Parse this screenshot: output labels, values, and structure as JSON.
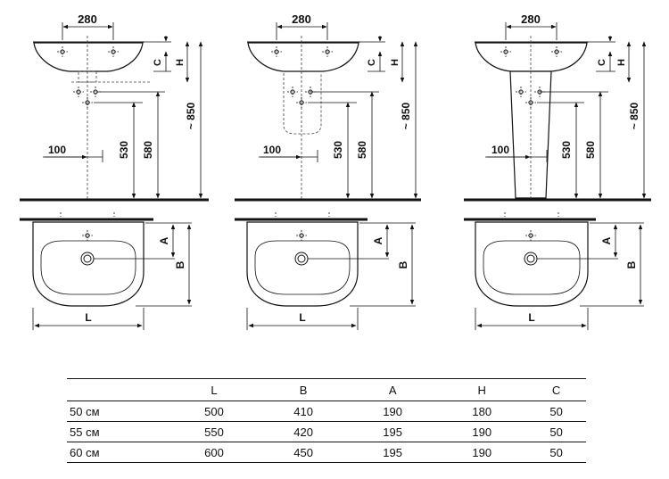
{
  "dims": {
    "width_280": "280",
    "c": "C",
    "h": "H",
    "height_850": "~ 850",
    "height_580": "580",
    "height_530": "530",
    "offset_100": "100",
    "a": "A",
    "b": "B",
    "l": "L"
  },
  "table": {
    "headers": [
      "",
      "L",
      "B",
      "A",
      "H",
      "C"
    ],
    "rows": [
      [
        "50 см",
        "500",
        "410",
        "190",
        "180",
        "50"
      ],
      [
        "55 см",
        "550",
        "420",
        "195",
        "190",
        "50"
      ],
      [
        "60 см",
        "600",
        "450",
        "195",
        "190",
        "50"
      ]
    ]
  }
}
